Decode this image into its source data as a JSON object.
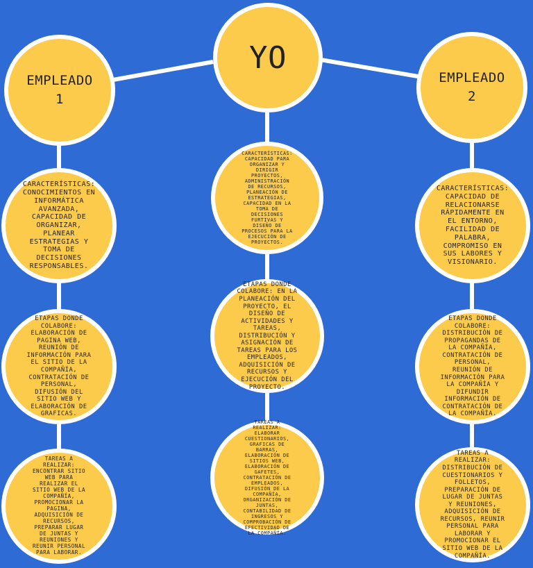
{
  "nodes": {
    "yo": "YO",
    "empleado1": "EMPLEADO\n1",
    "empleado2": "EMPLEADO\n2",
    "yo_caracteristicas": "CARACTERÍSTICAS:\nCAPACIDAD PARA\nORGANIZAR Y\nDIRIGIR\nPROYECTOS,\nADMINISTRACIÓN\nDE RECURSOS,\nPLANEACIÓN DE\nESTRATEGIAS,\nCAPACIDAD EN LA\nTOMA DE\nDECISIONES\nFURTIVAS Y\nDISEÑO DE\nPROCESOS PARA LA\nEJECUCIÓN DE\nPROYECTOS.",
    "yo_etapas": "ETAPAS DONDE\nCOLABORE: EN LA\nPLANEACIÓN DEL\nPROYECTO, EL\nDISEÑO DE\nACTIVIDADES Y\nTAREAS,\nDISTRIBUCIÓN Y\nASIGNACIÓN DE\nTAREAS PARA LOS\nEMPLEADOS,\nADQUISICIÓN DE\nRECURSOS  Y\nEJECUCIÓN DEL\nPROYECTO.",
    "yo_tareas": "TAREAS A\nREALIZAR:\nELABORAR\nCUESTIONARIOS,\nGRAFICAS DE\nBARRAS,\nELABORACIÓN DE\nSITIOS WEB,\nELABORACIÓN DE\nGAFETES,\nCONTRATACIÓN DE\nEMPLEADOS,\nDIFUSIÓN DE LA\nCOMPAÑÍA,\nORGANIZACIÓN DE\nJUNTAS,\nCONTABILIDAD DE\nINGRESOS Y\nCOMPROBACIÓN DE\nEFECTIVIDAD DE\nLA COMPAÑÍA.",
    "e1_caracteristicas": "CARACTERÍSTICAS:\nCONOCIMIENTOS EN\nINFORMÁTICA\nAVANZADA,\nCAPACIDAD DE\nORGANIZAR,\nPLANEAR\nESTRATEGIAS Y\nTOMA DE\nDECISIONES\nRESPONSABLES.",
    "e1_etapas": "ETAPAS DONDE\nCOLABORE:\nELABORACIÓN DE\nPAGINA WEB,\nREUNIÓN DE\nINFORMACIÓN PARA\nEL SITIO DE LA\nCOMPAÑÍA,\nCONTRATACIÓN DE\nPERSONAL,\nDIFUSIÓN DEL\nSITIO WEB Y\nELABORACIÓN DE\nGRAFICAS.",
    "e1_tareas": "TAREAS A\nREALIZAR:\nENCONTRAR SITIO\nWEB PARA\nREALIZAR EL\nSITIO WEB DE LA\nCOMPAÑÍA,\nPROMOCIONAR LA\nPAGINA,\nADQUISICIÓN DE\nRECURSOS,\nPREPARAR LUGAR\nDE JUNTAS Y\nREUNIONES Y\nREUNIR PERSONAL\nPARA LABORAR.",
    "e2_caracteristicas": "CARACTERÍSTICAS:\nCAPACIDAD DE\nRELACIONARSE\nRÁPIDAMENTE EN\nEL ENTORNO,\nFACILIDAD DE\nPALABRA,\nCOMPROMISO EN\nSUS LABORES Y\nVISIONARIO.",
    "e2_etapas": "ETAPAS DONDE\nCOLABORE:\nDISTRIBUCIÓN DE\nPROPAGANDAS DE\nLA COMPAÑÍA,\nCONTRATACIÓN DE\nPERSONAL,\nREUNIÓN DE\nINFORMACIÓN PARA\nLA COMPAÑÍA Y\nDIFUNDIR\nINFORMACIÓN DE\nCONTRATACIÓN DE\nLA COMPAÑÍA.",
    "e2_tareas": "TAREAS A\nREALIZAR:\nDISTRIBUCIÓN DE\nCUESTIONARIOS Y\nFOLLETOS,\nPREPARACIÓN DE\nLUGAR DE JUNTAS\nY REUNIONES,\nADQUISICIÓN DE\nRECURSOS, REUNIR\nPERSONAL PARA\nLABORAR Y\nPROMOCIONAR EL\nSITIO WEB DE LA\nCOMPAÑÍA."
  },
  "colors": {
    "background": "#2f6bd4",
    "node_fill": "#fccb4b",
    "node_border": "#ffffff",
    "connector": "#ffffff"
  }
}
